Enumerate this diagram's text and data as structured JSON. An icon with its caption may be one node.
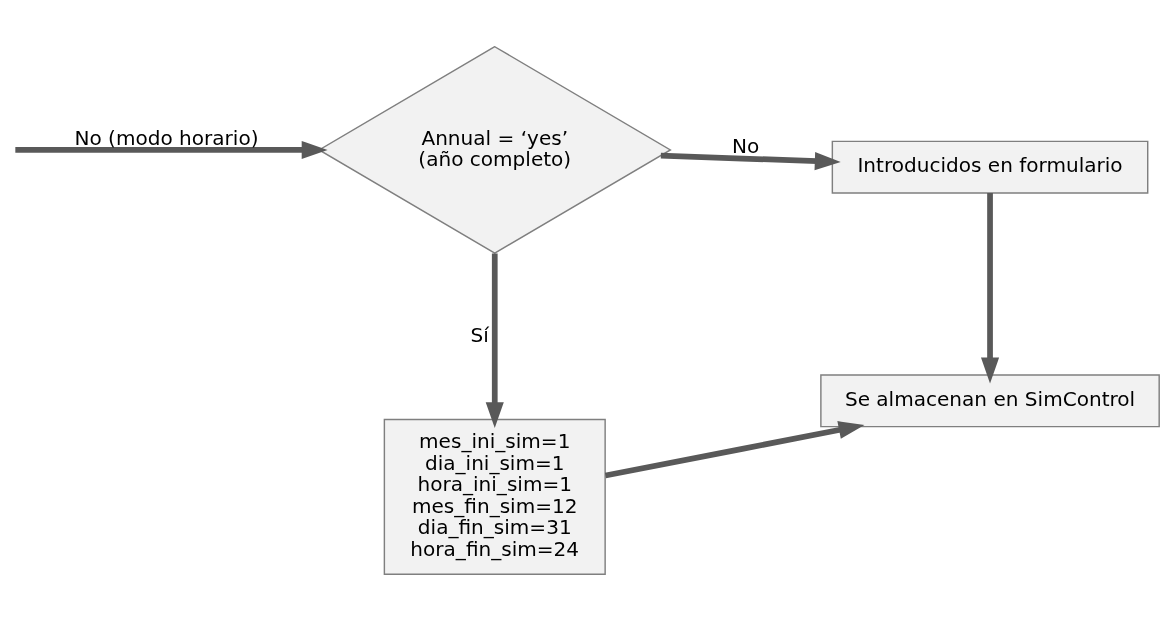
{
  "diagram": {
    "nodes": [
      {
        "text": [
          "mes_ini_sim=1",
          "dia_ini_sim=1",
          "hora_ini_sim=1",
          "mes_fin_sim=12",
          "dia_fin_sim=31",
          "hora_fin_sim=24"
        ]
      },
      {
        "text": [
          "Se almacenan en SimControl"
        ]
      },
      {
        "text": [
          "Annual = ‘yes’ (año completo)"
        ]
      },
      {
        "text": [
          "Introducidos en formulario"
        ]
      }
    ],
    "edges": [
      {
        "from": null,
        "to": 2,
        "arrow": "to",
        "label": "No (modo horario)"
      },
      {
        "from": 2,
        "to": 0,
        "arrow": "to",
        "label": "Sí"
      },
      {
        "from": 0,
        "to": 1,
        "arrow": "to"
      },
      {
        "from": 2,
        "to": 3,
        "arrow": "to",
        "label": "No"
      },
      {
        "from": 3,
        "to": 1,
        "arrow": "to"
      }
    ]
  }
}
